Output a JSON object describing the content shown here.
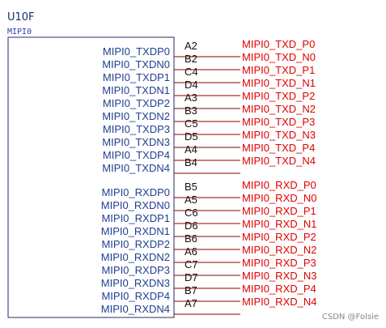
{
  "component": {
    "reference": "U10F",
    "unit_label": "MIPI0"
  },
  "colors": {
    "outline": "#2a2a6a",
    "pin_label": "#1f3f8f",
    "pin_number": "#111111",
    "net_label": "#e00000",
    "net_line": "#8b0000"
  },
  "tx_group": [
    {
      "pin": "MIPI0_TXDP0",
      "number": "A2",
      "net": "MIPI0_TXD_P0"
    },
    {
      "pin": "MIPI0_TXDN0",
      "number": "B2",
      "net": "MIPI0_TXD_N0"
    },
    {
      "pin": "MIPI0_TXDP1",
      "number": "C4",
      "net": "MIPI0_TXD_P1"
    },
    {
      "pin": "MIPI0_TXDN1",
      "number": "D4",
      "net": "MIPI0_TXD_N1"
    },
    {
      "pin": "MIPI0_TXDP2",
      "number": "A3",
      "net": "MIPI0_TXD_P2"
    },
    {
      "pin": "MIPI0_TXDN2",
      "number": "B3",
      "net": "MIPI0_TXD_N2"
    },
    {
      "pin": "MIPI0_TXDP3",
      "number": "C5",
      "net": "MIPI0_TXD_P3"
    },
    {
      "pin": "MIPI0_TXDN3",
      "number": "D5",
      "net": "MIPI0_TXD_N3"
    },
    {
      "pin": "MIPI0_TXDP4",
      "number": "A4",
      "net": "MIPI0_TXD_P4"
    },
    {
      "pin": "MIPI0_TXDN4",
      "number": "B4",
      "net": "MIPI0_TXD_N4"
    }
  ],
  "rx_group": [
    {
      "pin": "MIPI0_RXDP0",
      "number": "B5",
      "net": "MIPI0_RXD_P0"
    },
    {
      "pin": "MIPI0_RXDN0",
      "number": "A5",
      "net": "MIPI0_RXD_N0"
    },
    {
      "pin": "MIPI0_RXDP1",
      "number": "C6",
      "net": "MIPI0_RXD_P1"
    },
    {
      "pin": "MIPI0_RXDN1",
      "number": "D6",
      "net": "MIPI0_RXD_N1"
    },
    {
      "pin": "MIPI0_RXDP2",
      "number": "B6",
      "net": "MIPI0_RXD_P2"
    },
    {
      "pin": "MIPI0_RXDN2",
      "number": "A6",
      "net": "MIPI0_RXD_N2"
    },
    {
      "pin": "MIPI0_RXDP3",
      "number": "C7",
      "net": "MIPI0_RXD_P3"
    },
    {
      "pin": "MIPI0_RXDN3",
      "number": "D7",
      "net": "MIPI0_RXD_N3"
    },
    {
      "pin": "MIPI0_RXDP4",
      "number": "B7",
      "net": "MIPI0_RXD_P4"
    },
    {
      "pin": "MIPI0_RXDN4",
      "number": "A7",
      "net": "MIPI0_RXD_N4"
    }
  ],
  "watermark": "CSDN @Folsie"
}
